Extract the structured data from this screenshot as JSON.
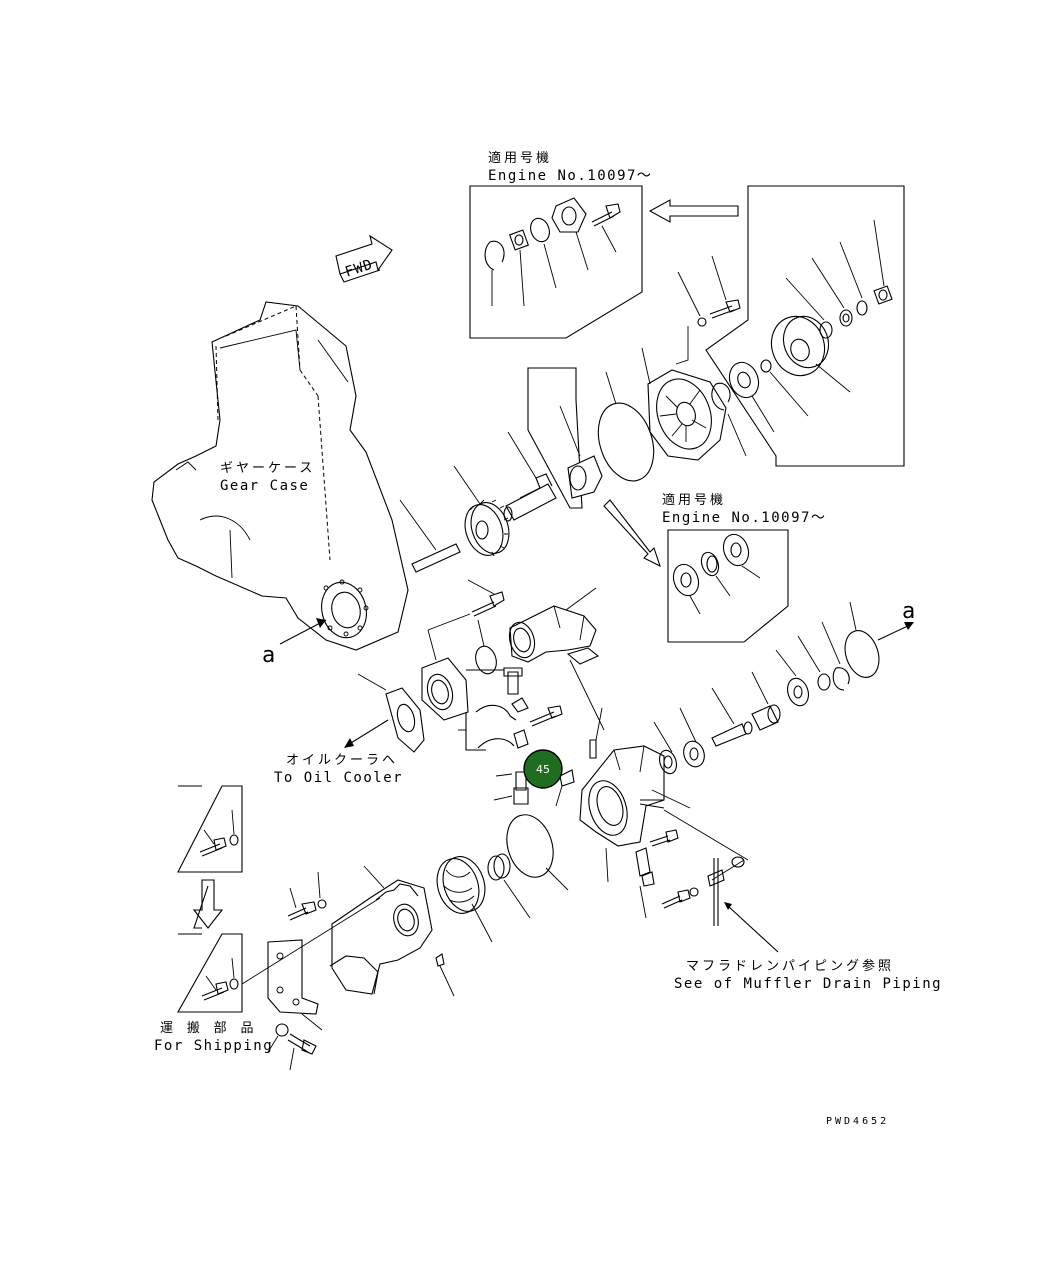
{
  "diagram": {
    "fwd_label": "FWD",
    "gear_case": {
      "jp": "ギヤーケース",
      "en": "Gear Case"
    },
    "applicable_top": {
      "jp": "適用号機",
      "en": "Engine No.10097〜"
    },
    "applicable_mid": {
      "jp": "適用号機",
      "en": "Engine No.10097〜"
    },
    "oil_cooler": {
      "jp": "オイルクーラヘ",
      "en": "To Oil Cooler"
    },
    "muffler": {
      "jp": "マフラドレンパイピング参照",
      "en": "See of Muffler Drain Piping"
    },
    "shipping": {
      "jp": "運 搬 部 品",
      "en": "For Shipping"
    },
    "ref_a_left": "a",
    "ref_a_right": "a",
    "drawing_code": "PWD4652",
    "hotspot": {
      "label": "45",
      "color": "#1f6e1f"
    }
  }
}
